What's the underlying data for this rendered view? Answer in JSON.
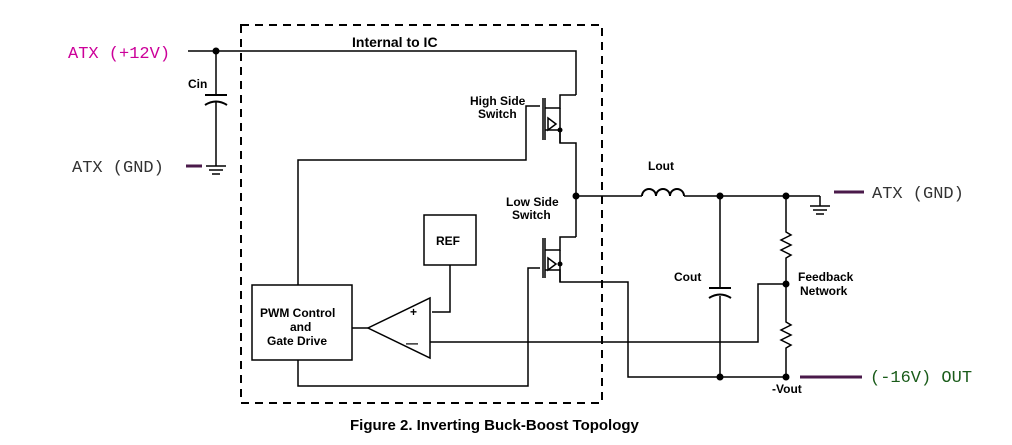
{
  "diagram": {
    "box_label": "Internal to IC",
    "caption": "Figure 2. Inverting Buck-Boost Topology",
    "nodes": {
      "atx_12v": "ATX (+12V)",
      "atx_gnd_left": "ATX (GND)",
      "atx_gnd_right": "ATX (GND)",
      "out": "(-16V) OUT"
    },
    "components": {
      "cin": "Cin",
      "high_side_line1": "High Side",
      "high_side_line2": "Switch",
      "low_side_line1": "Low Side",
      "low_side_line2": "Switch",
      "ref": "REF",
      "pwm_line1": "PWM Control",
      "pwm_line2": "and",
      "pwm_line3": "Gate Drive",
      "amp_plus": "+",
      "amp_minus": "—",
      "lout": "Lout",
      "cout": "Cout",
      "feedback_line1": "Feedback",
      "feedback_line2": "Network",
      "vout": "-Vout"
    },
    "colors": {
      "atx_12v": "#cc0099",
      "atx_gnd": "#333333",
      "out": "#1a5c1a",
      "lead_line": "#4a1a4a"
    }
  }
}
